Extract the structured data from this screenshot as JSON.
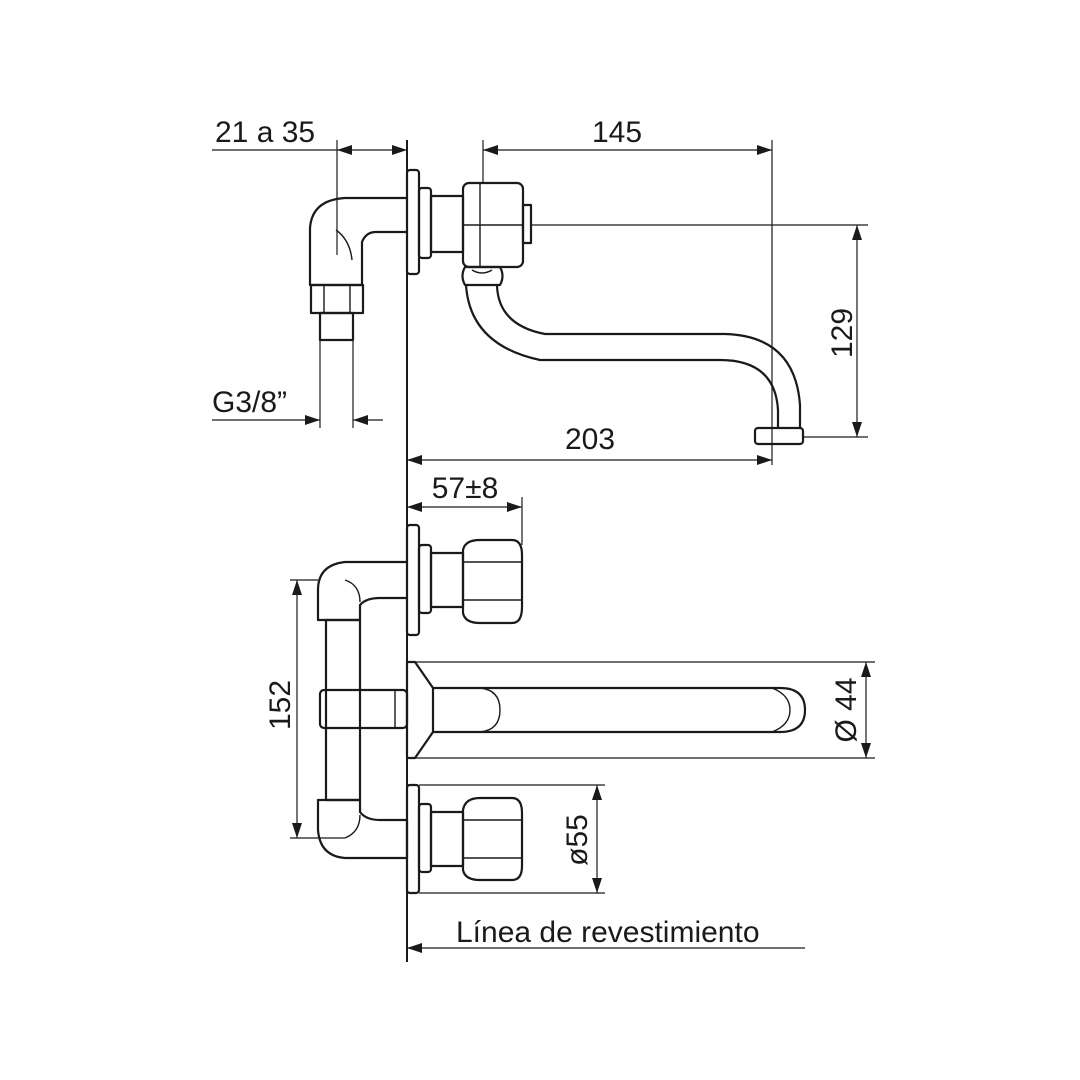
{
  "dimensions": {
    "wall_depth": "21 a 35",
    "spout_reach_top": "145",
    "spout_height": "129",
    "thread": "G3/8”",
    "spout_reach_total": "203",
    "handle_projection": "57±8",
    "center_distance": "152",
    "spout_diameter": "Ø 44",
    "rosette_diameter": "ø55"
  },
  "wall_line_label": "Línea de revestimiento",
  "colors": {
    "line": "#1a1a1a",
    "background": "#ffffff"
  }
}
